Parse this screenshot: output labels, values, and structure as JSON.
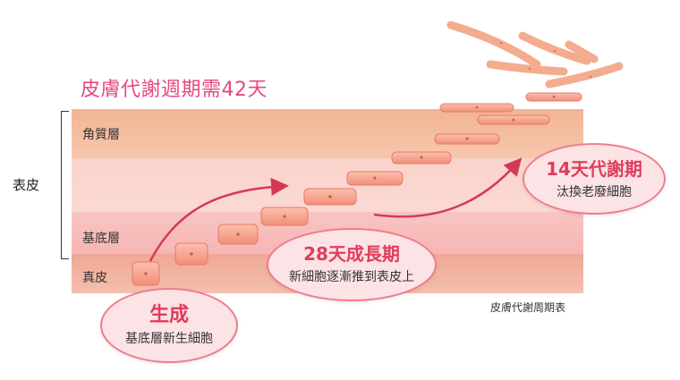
{
  "title": "皮膚代謝週期需42天",
  "layers": {
    "stratum_corneum": "角質層",
    "basal_layer": "基底層",
    "dermis": "真皮"
  },
  "epidermis_label": "表皮",
  "stages": {
    "birth": {
      "heading": "生成",
      "text": "基底層新生細胞"
    },
    "growth": {
      "heading": "28天成長期",
      "text": "新細胞逐漸推到表皮上"
    },
    "turnover": {
      "heading": "14天代謝期",
      "text": "汰換老廢細胞"
    }
  },
  "caption": "皮膚代謝周期表",
  "colors": {
    "title": "#e64a7a",
    "accent": "#e23c5c",
    "bubble_fill": "#fce3e6",
    "bubble_border": "#f07d8c",
    "cell_fill": "#f7a28d",
    "cell_border": "#ea7a64",
    "flake": "#f3ac8e"
  }
}
